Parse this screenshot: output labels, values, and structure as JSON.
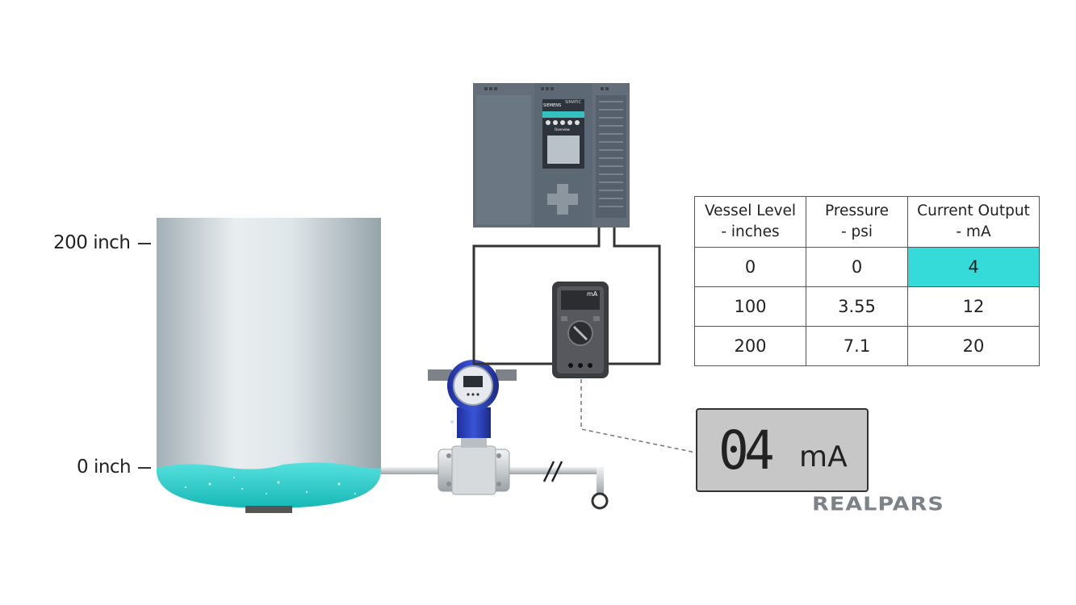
{
  "level_labels": {
    "top": "200 inch",
    "bottom": "0 inch"
  },
  "table": {
    "headers": [
      [
        "Vessel Level",
        "- inches"
      ],
      [
        "Pressure",
        "- psi"
      ],
      [
        "Current Output",
        "- mA"
      ]
    ],
    "rows": [
      [
        "0",
        "0",
        "4"
      ],
      [
        "100",
        "3.55",
        "12"
      ],
      [
        "200",
        "7.1",
        "20"
      ]
    ],
    "highlighted_row": 0,
    "highlight_color": "#35dbd8"
  },
  "display": {
    "digits": "04",
    "unit": "mA"
  },
  "multimeter": {
    "unit": "mA"
  },
  "plc": {
    "brand": "SIEMENS",
    "model": "SIMATIC",
    "screen": "Overview"
  },
  "brand": "REALPARS",
  "vessel": {
    "liquid_level_fraction": 0.0,
    "liquid_color": "#35dbd8"
  }
}
